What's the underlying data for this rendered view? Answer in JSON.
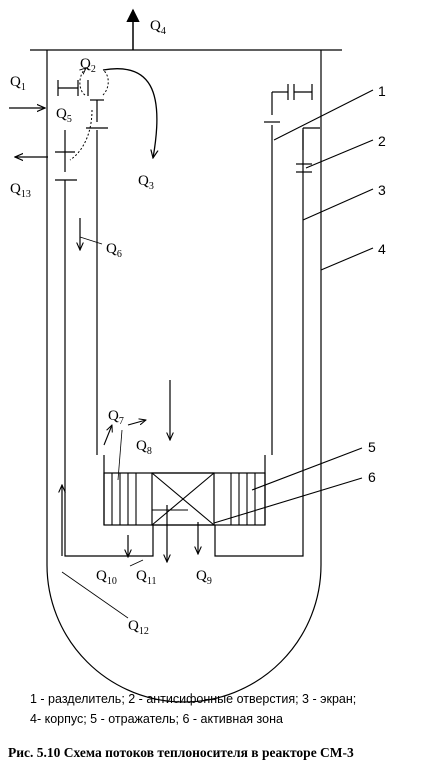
{
  "flows": {
    "q1": {
      "main": "Q",
      "sub": "1"
    },
    "q2": {
      "main": "Q",
      "sub": "2"
    },
    "q3": {
      "main": "Q",
      "sub": "3"
    },
    "q4": {
      "main": "Q",
      "sub": "4"
    },
    "q5": {
      "main": "Q",
      "sub": "5"
    },
    "q6": {
      "main": "Q",
      "sub": "6"
    },
    "q7": {
      "main": "Q",
      "sub": "7"
    },
    "q8": {
      "main": "Q",
      "sub": "8"
    },
    "q9": {
      "main": "Q",
      "sub": "9"
    },
    "q10": {
      "main": "Q",
      "sub": "10"
    },
    "q11": {
      "main": "Q",
      "sub": "11"
    },
    "q12": {
      "main": "Q",
      "sub": "12"
    },
    "q13": {
      "main": "Q",
      "sub": "13"
    }
  },
  "numbers": [
    "1",
    "2",
    "3",
    "4",
    "5",
    "6"
  ],
  "legend": {
    "line1": "1 - разделитель; 2 - антисифонные отверстия;  3 - экран;",
    "line2": "4- корпус; 5 - отражатель; 6 - активная зона"
  },
  "caption": "Рис. 5.10  Схема потоков теплоносителя в реакторе СМ-3"
}
